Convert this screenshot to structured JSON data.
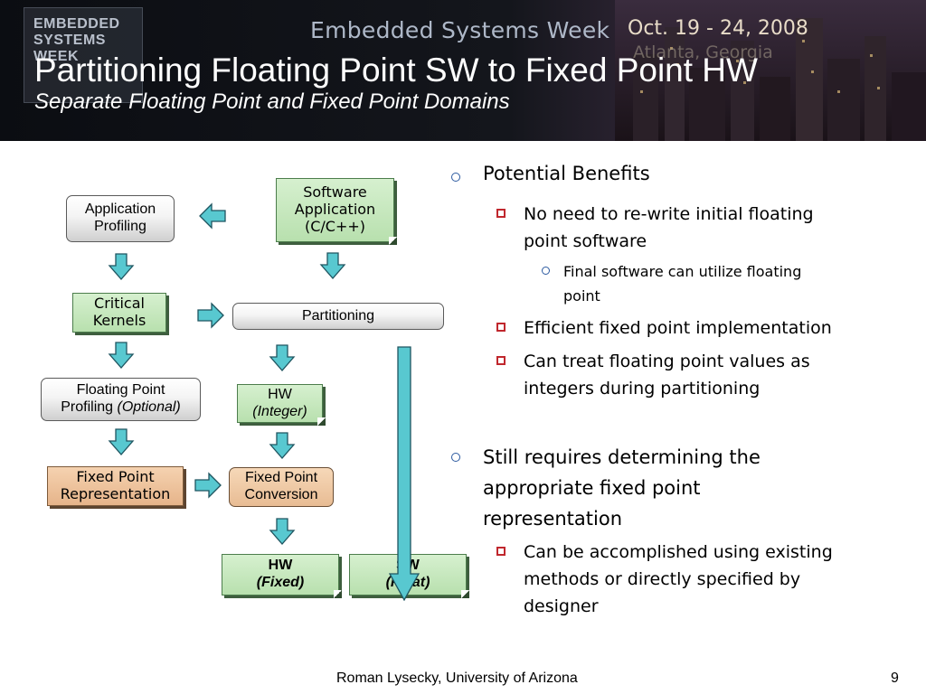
{
  "banner": {
    "logo_lines": [
      "EMBEDDED",
      "SYSTEMS",
      "WEEK"
    ],
    "event_name": "Embedded Systems Week",
    "dates": "Oct. 19 - 24, 2008",
    "location": "Atlanta, Georgia"
  },
  "slide": {
    "title": "Partitioning Floating Point SW to Fixed Point HW",
    "subtitle": "Separate Floating Point and Fixed Point Domains"
  },
  "diagram": {
    "application_profiling": [
      "Application",
      "Profiling"
    ],
    "software_application": [
      "Software",
      "Application",
      "(C/C++)"
    ],
    "critical_kernels": [
      "Critical",
      "Kernels"
    ],
    "partitioning": "Partitioning",
    "floating_point_profiling": [
      "Floating Point",
      "Profiling",
      "(Optional)"
    ],
    "hw_integer": [
      "HW",
      "(Integer)"
    ],
    "fixed_point_representation": [
      "Fixed Point",
      "Representation"
    ],
    "fixed_point_conversion": [
      "Fixed Point",
      "Conversion"
    ],
    "hw_fixed": [
      "HW",
      "(Fixed)"
    ],
    "sw_float": [
      "SW",
      "(Float)"
    ],
    "colors": {
      "arrow_fill": "#58c8d0",
      "arrow_stroke": "#1f5560",
      "green_box": "#c4e8ba",
      "orange_box": "#eec29a"
    }
  },
  "bullets": {
    "potential_benefits": "Potential Benefits",
    "no_rewrite_line1": "No need to re-write initial floating",
    "no_rewrite_line2": "point software",
    "final_software_line1": "Final software can utilize floating",
    "final_software_line2": "point",
    "efficient": "Efficient fixed point implementation",
    "treat_line1": "Can treat floating point values as",
    "treat_line2": "integers during partitioning",
    "still_line1": "Still requires determining the",
    "still_line2": "appropriate fixed point",
    "still_line3": "representation",
    "accomplished_line1": "Can be accomplished using existing",
    "accomplished_line2": "methods or directly specified by",
    "accomplished_line3": "designer",
    "colors": {
      "level1_marker": "#2c5aa0",
      "level2_marker": "#c0272d"
    }
  },
  "footer": {
    "author": "Roman Lysecky, University of Arizona",
    "page_number": "9"
  }
}
